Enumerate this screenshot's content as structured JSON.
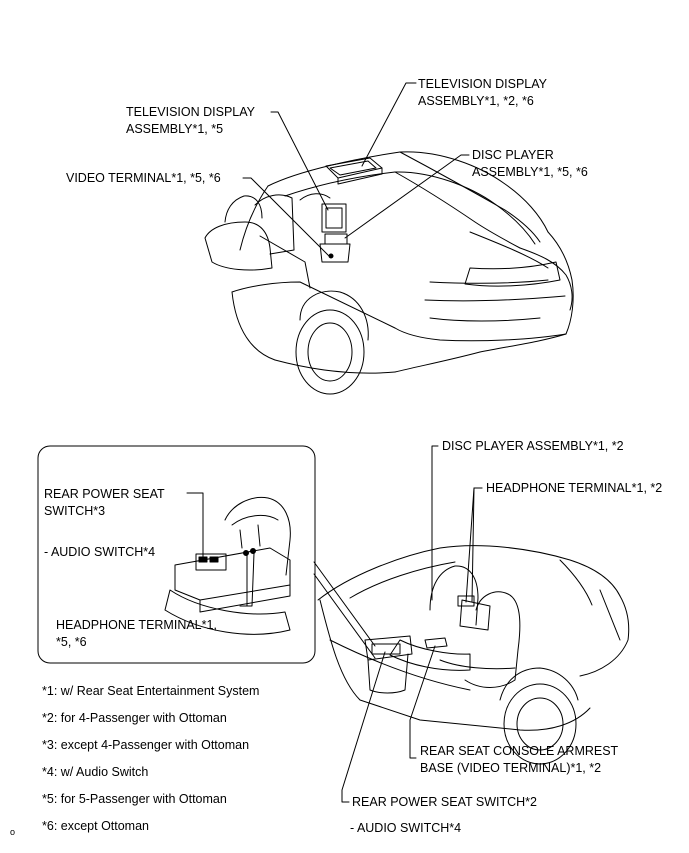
{
  "top_view": {
    "tv_display_roof": [
      "TELEVISION DISPLAY",
      "ASSEMBLY*1, *2, *6"
    ],
    "tv_display_console": [
      "TELEVISION DISPLAY",
      "ASSEMBLY*1, *5"
    ],
    "disc_player_console": [
      "DISC PLAYER",
      "ASSEMBLY*1, *5, *6"
    ],
    "video_terminal": "VIDEO TERMINAL*1, *5, *6"
  },
  "bottom_view": {
    "disc_player": "DISC PLAYER ASSEMBLY*1, *2",
    "headphone_terminal": "HEADPHONE TERMINAL*1, *2",
    "armrest_base": [
      "REAR SEAT CONSOLE ARMREST",
      "BASE (VIDEO TERMINAL)*1, *2"
    ],
    "power_seat_switch": "REAR POWER SEAT SWITCH*2",
    "audio_switch": "- AUDIO SWITCH*4"
  },
  "inset": {
    "power_seat_switch": [
      "REAR POWER SEAT",
      "SWITCH*3"
    ],
    "audio_switch": "- AUDIO SWITCH*4",
    "headphone_terminal": [
      "HEADPHONE TERMINAL*1,",
      "*5, *6"
    ]
  },
  "notes": [
    "*1: w/ Rear Seat Entertainment System",
    "*2: for 4-Passenger with Ottoman",
    "*3: except 4-Passenger with Ottoman",
    "*4: w/ Audio Switch",
    "*5: for 5-Passenger with Ottoman",
    "*6: except Ottoman"
  ],
  "figure_id": "o"
}
